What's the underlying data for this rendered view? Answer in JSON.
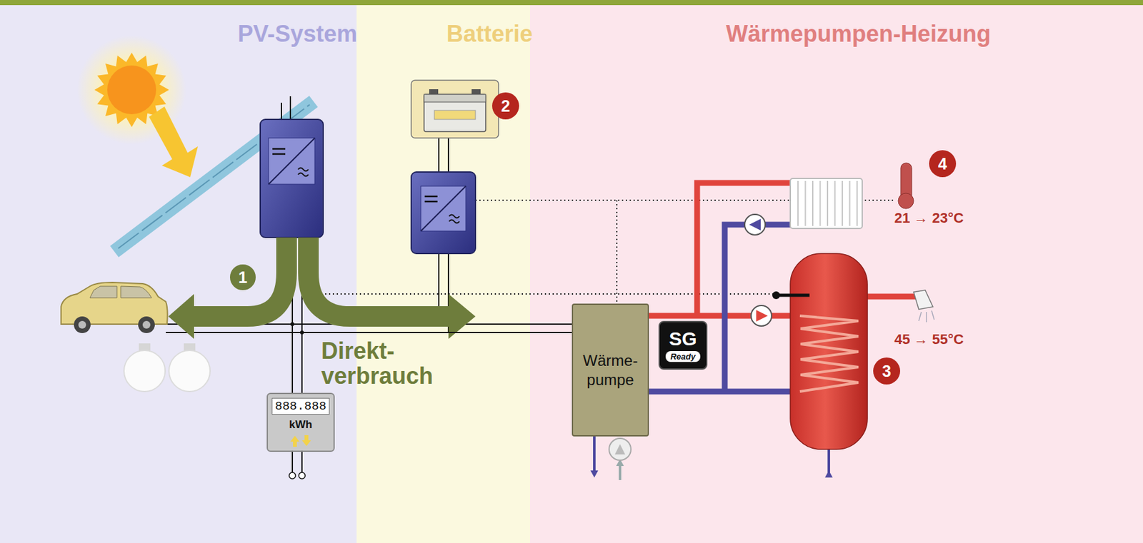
{
  "diagram": {
    "nodes": [
      {
        "text": [
          "PV-System"
        ]
      },
      {
        "text": [
          "Batterie"
        ]
      },
      {
        "text": [
          "Wärmepumpen-Heizung"
        ]
      },
      {
        "text": [
          "888.888",
          "kWh"
        ],
        "in": 0
      },
      {
        "text": [
          "Wärme- pumpe"
        ],
        "in": 2
      },
      {
        "text": [
          "SG",
          "Ready"
        ],
        "in": 2
      }
    ],
    "edges": [
      {
        "from": 3,
        "to": 4,
        "arrow": "none"
      }
    ],
    "labels": [
      "1",
      "2",
      "3",
      "4",
      "Direkt- verbrauch",
      "21 → 23°C",
      "45 → 55°C"
    ]
  }
}
